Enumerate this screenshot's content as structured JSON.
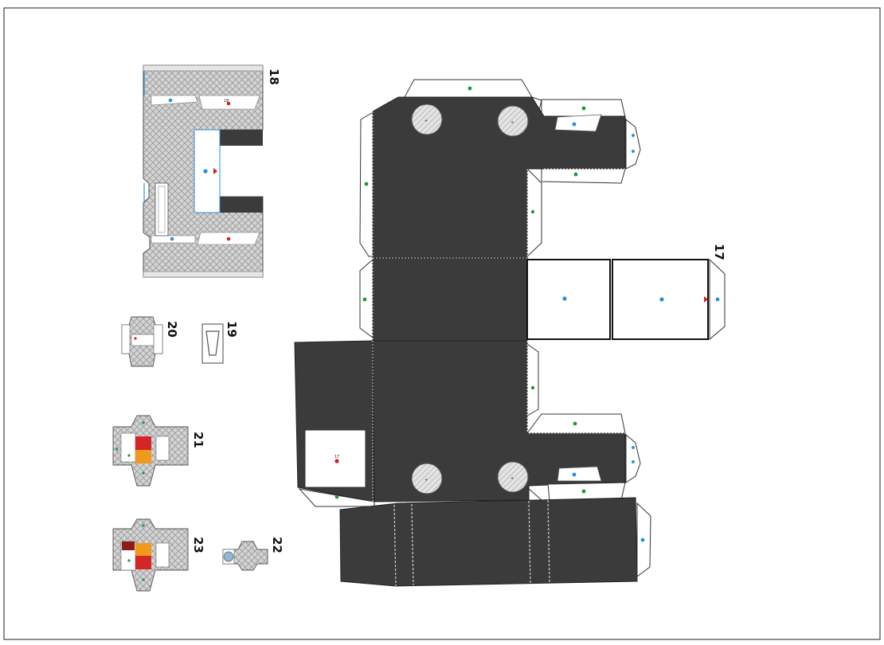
{
  "sheet": {
    "part_labels": {
      "p17": "17",
      "p18": "18",
      "p19": "19",
      "p20": "20",
      "p21": "21",
      "p22": "22",
      "p23": "23"
    },
    "glue_marks": {
      "panel_17": "17",
      "strip_18": "18"
    }
  },
  "colors": {
    "card_dark": "#3b3b3b",
    "plate_fill": "#d9d9d9",
    "glue_white": "#ffffff",
    "dot_blue": "#2a8fd6",
    "dot_green": "#1c9a3c",
    "dot_red": "#d62020",
    "accent_red": "#d42626",
    "accent_orange": "#ef9a1c",
    "accent_darkred": "#8a1c1c"
  },
  "icons": {
    "wheel": "hatched-wheel-circle",
    "glue": "glue-dot"
  }
}
